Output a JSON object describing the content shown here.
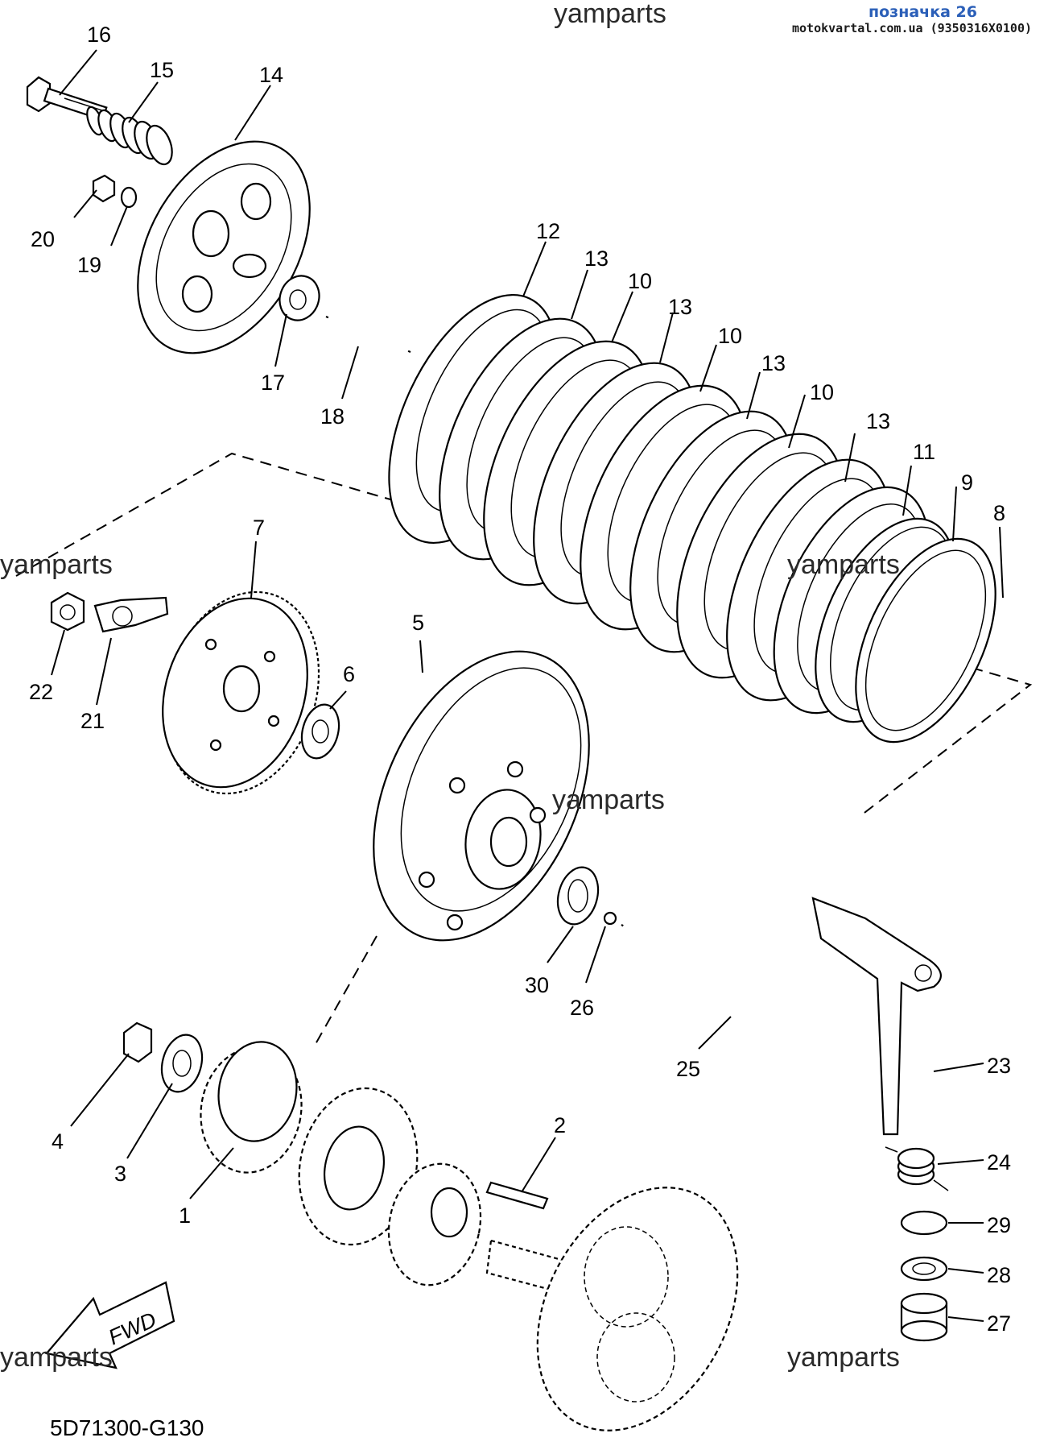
{
  "header": {
    "label": "позначка 26",
    "source": "motokvartal.com.ua (9350316X0100)"
  },
  "watermarks": [
    "yamparts",
    "yamparts",
    "yamparts",
    "yamparts",
    "yamparts",
    "yamparts"
  ],
  "diagram_code": "5D71300-G130",
  "fwd_label": "FWD",
  "callouts": [
    "16",
    "15",
    "14",
    "20",
    "19",
    "17",
    "18",
    "12",
    "13",
    "10",
    "13",
    "10",
    "13",
    "10",
    "13",
    "11",
    "9",
    "8",
    "7",
    "22",
    "21",
    "5",
    "6",
    "30",
    "26",
    "25",
    "23",
    "24",
    "29",
    "28",
    "27",
    "4",
    "3",
    "1",
    "2"
  ]
}
